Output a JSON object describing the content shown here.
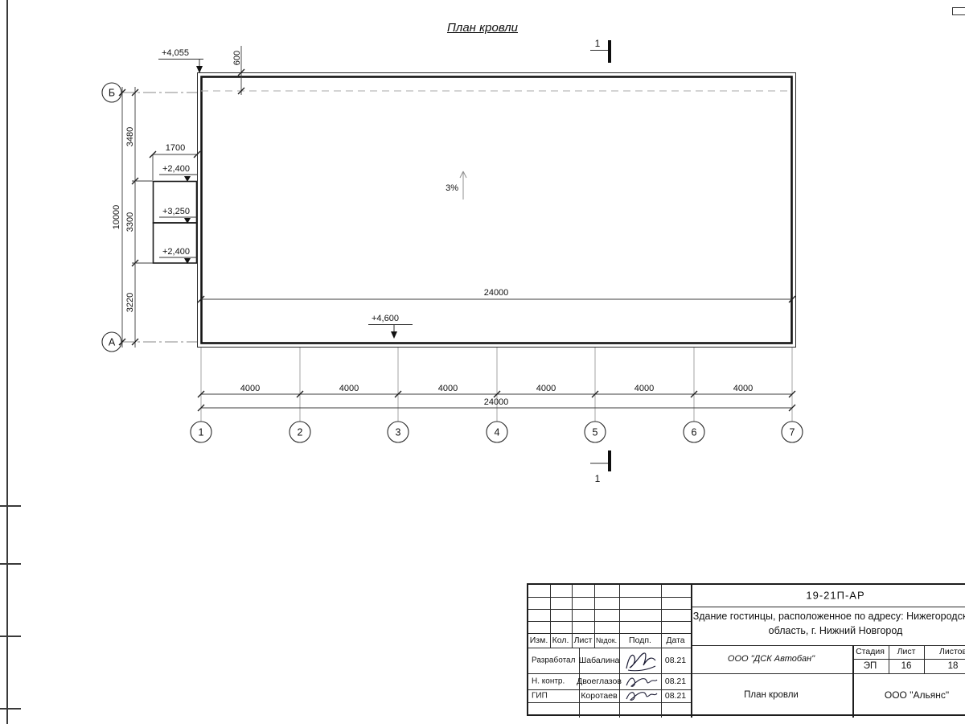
{
  "page": {
    "title": "План кровли"
  },
  "plan": {
    "slope": "3%",
    "section": "1",
    "axis_top": "Б",
    "axis_bottom": "А",
    "grid": [
      "1",
      "2",
      "3",
      "4",
      "5",
      "6",
      "7"
    ],
    "elev_corner": "+4,055",
    "elev_box_top": "+2,400",
    "elev_box_mid": "+3,250",
    "elev_box_bot": "+2,400",
    "elev_bottom": "+4,600",
    "dim_overhang": "600",
    "dim_canopy": "1700",
    "dim_v1": "3480",
    "dim_v2": "3300",
    "dim_v3": "3220",
    "dim_v_total": "10000",
    "dim_width_inner": "24000",
    "dim_bays": [
      "4000",
      "4000",
      "4000",
      "4000",
      "4000",
      "4000"
    ],
    "dim_width_total": "24000"
  },
  "titleblock": {
    "doc_number": "19-21П-АР",
    "project_line1": "Здание гостинцы, расположенное по адресу: Нижегородская",
    "project_line2": "область, г. Нижний Новгород",
    "header": [
      "Изм.",
      "Кол.",
      "Лист",
      "№док.",
      "Подп.",
      "Дата"
    ],
    "rows": [
      {
        "role": "Разработал",
        "name": "Шабалина",
        "date": "08.21"
      },
      {
        "role": "Н. контр.",
        "name": "Двоеглазов",
        "date": "08.21"
      },
      {
        "role": "ГИП",
        "name": "Коротаев",
        "date": "08.21"
      }
    ],
    "contractor": "ООО \"ДСК Автобан\"",
    "stage_label": "Стадия",
    "sheet_label": "Лист",
    "sheets_label": "Листов",
    "stage": "ЭП",
    "sheet_no": "16",
    "sheets_total": "18",
    "drawing_name": "План кровли",
    "organization": "ООО \"Альянс\""
  }
}
